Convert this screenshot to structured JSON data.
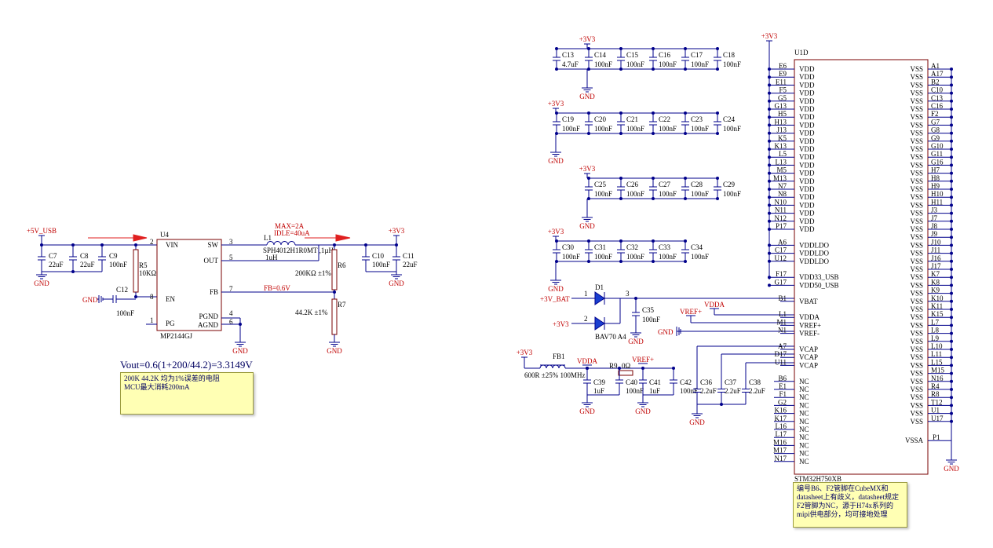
{
  "left": {
    "net_5v": "+5V_USB",
    "net_3v3": "+3V3",
    "gnd": "GND",
    "u4": {
      "ref": "U4",
      "part": "MP2144GJ",
      "pins": [
        {
          "num": "2",
          "name": "VIN"
        },
        {
          "num": "8",
          "name": "EN"
        },
        {
          "num": "1",
          "name": "PG"
        },
        {
          "num": "3",
          "name": "SW"
        },
        {
          "num": "5",
          "name": "OUT"
        },
        {
          "num": "7",
          "name": "FB"
        },
        {
          "num": "4",
          "name": "PGND"
        },
        {
          "num": "6",
          "name": "AGND"
        }
      ]
    },
    "l1": {
      "ref": "L1",
      "part": "SPH4012H1R0MT ,1µH",
      "value": "1uH"
    },
    "max_label": "MAX=2A",
    "idle_label": "IDLE=40uA",
    "fb_label": "FB=0.6V",
    "r5": {
      "ref": "R5",
      "value": "10KΩ"
    },
    "r6": {
      "ref": "R6",
      "value": "200KΩ ±1%"
    },
    "r7": {
      "ref": "R7",
      "value": "44.2K ±1%"
    },
    "caps": [
      {
        "ref": "C7",
        "value": "22uF"
      },
      {
        "ref": "C8",
        "value": "22uF"
      },
      {
        "ref": "C9",
        "value": "100nF"
      },
      {
        "ref": "C12",
        "value": "100nF"
      },
      {
        "ref": "C10",
        "value": "100nF"
      },
      {
        "ref": "C11",
        "value": "22uF"
      }
    ],
    "formula": "Vout=0.6(1+200/44.2)=3.3149V",
    "note_line1": "200K 44.2K 均为1%误差的电阻",
    "note_line2": "MCU最大消耗200mA"
  },
  "decoupling": {
    "net": "+3V3",
    "gnd": "GND",
    "rows": [
      [
        {
          "ref": "C13",
          "value": "4.7uF"
        },
        {
          "ref": "C14",
          "value": "100nF"
        },
        {
          "ref": "C15",
          "value": "100nF"
        },
        {
          "ref": "C16",
          "value": "100nF"
        },
        {
          "ref": "C17",
          "value": "100nF"
        },
        {
          "ref": "C18",
          "value": "100nF"
        }
      ],
      [
        {
          "ref": "C19",
          "value": "100nF"
        },
        {
          "ref": "C20",
          "value": "100nF"
        },
        {
          "ref": "C21",
          "value": "100nF"
        },
        {
          "ref": "C22",
          "value": "100nF"
        },
        {
          "ref": "C23",
          "value": "100nF"
        },
        {
          "ref": "C24",
          "value": "100nF"
        }
      ],
      [
        {
          "ref": "C25",
          "value": "100nF"
        },
        {
          "ref": "C26",
          "value": "100nF"
        },
        {
          "ref": "C27",
          "value": "100nF"
        },
        {
          "ref": "C28",
          "value": "100nF"
        },
        {
          "ref": "C29",
          "value": "100nF"
        }
      ],
      [
        {
          "ref": "C30",
          "value": "100nF"
        },
        {
          "ref": "C31",
          "value": "100nF"
        },
        {
          "ref": "C32",
          "value": "100nF"
        },
        {
          "ref": "C33",
          "value": "100nF"
        },
        {
          "ref": "C34",
          "value": "100nF"
        }
      ]
    ]
  },
  "vbat": {
    "net_bat": "+3V_BAT",
    "net_3v3": "+3V3",
    "d1": "D1",
    "diode_part": "BAV70 A4",
    "pin1": "1",
    "pin2": "2",
    "pin3": "3",
    "c35": {
      "ref": "C35",
      "value": "100nF"
    },
    "vdda": "VDDA",
    "vref": "VREF+",
    "gnd": "GND"
  },
  "analog": {
    "net": "+3V3",
    "fb1": {
      "ref": "FB1",
      "value": "600R ±25% 100MHz"
    },
    "vdda": "VDDA",
    "r9": {
      "ref": "R9",
      "value": "0Ω"
    },
    "vref": "VREF+",
    "caps": [
      {
        "ref": "C39",
        "value": "1uF"
      },
      {
        "ref": "C40",
        "value": "100nF"
      },
      {
        "ref": "C41",
        "value": "1uF"
      },
      {
        "ref": "C42",
        "value": "100nF"
      },
      {
        "ref": "C36",
        "value": "2.2uF"
      },
      {
        "ref": "C37",
        "value": "2.2uF"
      },
      {
        "ref": "C38",
        "value": "2.2uF"
      }
    ],
    "gnd": "GND"
  },
  "mcu": {
    "ref": "U1D",
    "part": "STM32H750XB",
    "net": "+3V3",
    "gnd": "GND",
    "left_pins": [
      {
        "num": "E6",
        "name": "VDD"
      },
      {
        "num": "E9",
        "name": "VDD"
      },
      {
        "num": "E11",
        "name": "VDD"
      },
      {
        "num": "F5",
        "name": "VDD"
      },
      {
        "num": "G5",
        "name": "VDD"
      },
      {
        "num": "G13",
        "name": "VDD"
      },
      {
        "num": "H5",
        "name": "VDD"
      },
      {
        "num": "H13",
        "name": "VDD"
      },
      {
        "num": "J13",
        "name": "VDD"
      },
      {
        "num": "K5",
        "name": "VDD"
      },
      {
        "num": "K13",
        "name": "VDD"
      },
      {
        "num": "L5",
        "name": "VDD"
      },
      {
        "num": "L13",
        "name": "VDD"
      },
      {
        "num": "M5",
        "name": "VDD"
      },
      {
        "num": "M13",
        "name": "VDD"
      },
      {
        "num": "N7",
        "name": "VDD"
      },
      {
        "num": "N8",
        "name": "VDD"
      },
      {
        "num": "N10",
        "name": "VDD"
      },
      {
        "num": "N11",
        "name": "VDD"
      },
      {
        "num": "N12",
        "name": "VDD"
      },
      {
        "num": "P17",
        "name": "VDD"
      },
      {
        "num": "",
        "name": ""
      },
      {
        "num": "A6",
        "name": "VDDLDO"
      },
      {
        "num": "C17",
        "name": "VDDLDO"
      },
      {
        "num": "U12",
        "name": "VDDLDO"
      },
      {
        "num": "",
        "name": ""
      },
      {
        "num": "F17",
        "name": "VDD33_USB"
      },
      {
        "num": "G17",
        "name": "VDD50_USB"
      },
      {
        "num": "",
        "name": ""
      },
      {
        "num": "B1",
        "name": "VBAT"
      },
      {
        "num": "",
        "name": ""
      },
      {
        "num": "L1",
        "name": "VDDA"
      },
      {
        "num": "M1",
        "name": "VREF+"
      },
      {
        "num": "N1",
        "name": "VREF-"
      },
      {
        "num": "",
        "name": ""
      },
      {
        "num": "A7",
        "name": "VCAP"
      },
      {
        "num": "D17",
        "name": "VCAP"
      },
      {
        "num": "U11",
        "name": "VCAP"
      },
      {
        "num": "",
        "name": ""
      },
      {
        "num": "B6",
        "name": "NC"
      },
      {
        "num": "E1",
        "name": "NC"
      },
      {
        "num": "F1",
        "name": "NC"
      },
      {
        "num": "G2",
        "name": "NC"
      },
      {
        "num": "K16",
        "name": "NC"
      },
      {
        "num": "K17",
        "name": "NC"
      },
      {
        "num": "L16",
        "name": "NC"
      },
      {
        "num": "L17",
        "name": "NC"
      },
      {
        "num": "M16",
        "name": "NC"
      },
      {
        "num": "M17",
        "name": "NC"
      },
      {
        "num": "N17",
        "name": "NC"
      }
    ],
    "right_pins": [
      "A1",
      "A17",
      "B2",
      "C10",
      "C13",
      "C16",
      "F2",
      "G7",
      "G8",
      "G9",
      "G10",
      "G11",
      "G16",
      "H7",
      "H8",
      "H9",
      "H10",
      "H11",
      "J3",
      "J7",
      "J8",
      "J9",
      "J10",
      "J11",
      "J16",
      "J17",
      "K7",
      "K8",
      "K9",
      "K10",
      "K11",
      "K15",
      "L7",
      "L8",
      "L9",
      "L10",
      "L11",
      "L15",
      "M15",
      "N16",
      "R4",
      "R8",
      "T12",
      "U1",
      "U17"
    ],
    "vss_name": "VSS",
    "vssa": {
      "num": "P1",
      "name": "VSSA"
    },
    "note": "编号B6、F2管脚在CubeMX和datasheet上有歧义，datasheet规定F2管脚为NC，源于H74x系列的mipi供电部分，均可接地处理"
  }
}
